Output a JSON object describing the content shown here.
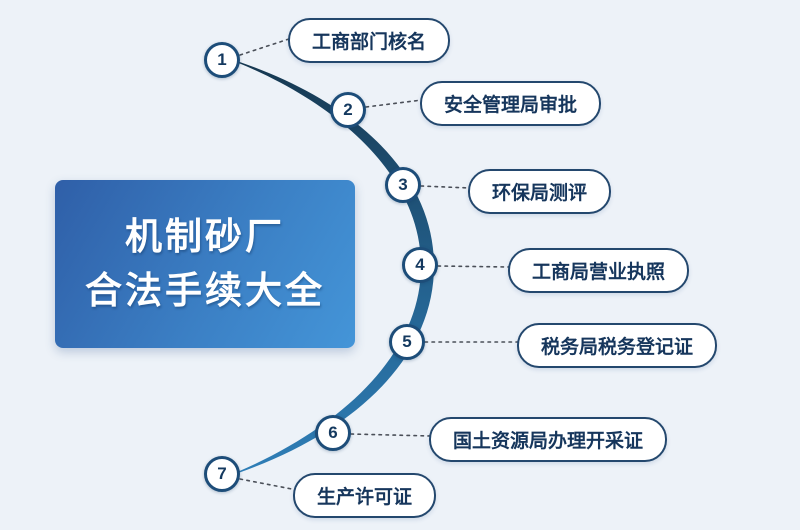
{
  "title_card": {
    "line1": "机制砂厂",
    "line2": "合法手续大全"
  },
  "steps": [
    {
      "num": "1",
      "label": "工商部门核名"
    },
    {
      "num": "2",
      "label": "安全管理局审批"
    },
    {
      "num": "3",
      "label": "环保局测评"
    },
    {
      "num": "4",
      "label": "工商局营业执照"
    },
    {
      "num": "5",
      "label": "税务局税务登记证"
    },
    {
      "num": "6",
      "label": "国土资源局办理开采证"
    },
    {
      "num": "7",
      "label": "生产许可证"
    }
  ],
  "colors": {
    "background": "#edf2f8",
    "arc_gradient_top": "#16374f",
    "arc_gradient_bottom": "#2f7fb8",
    "card_gradient_start": "#2f5fa8",
    "card_gradient_end": "#4495d8",
    "node_border": "#1d4d79",
    "pill_border": "#24486e",
    "text_navy": "#16365c",
    "title_text": "#ffffff"
  }
}
